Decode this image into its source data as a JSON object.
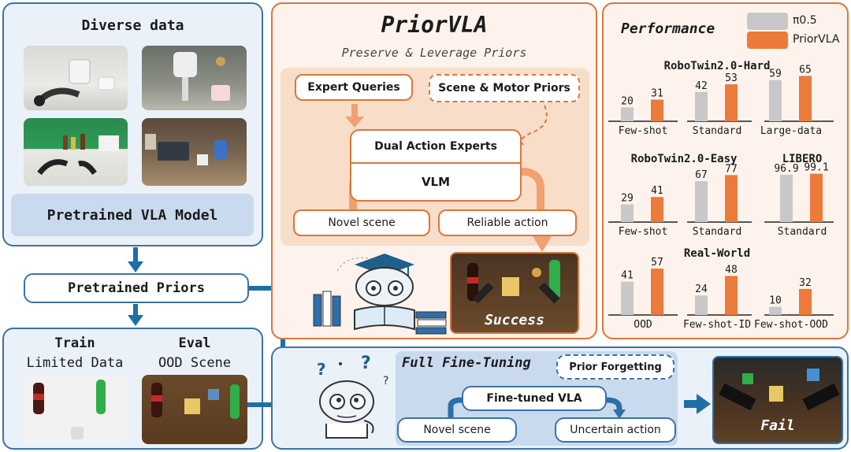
{
  "left": {
    "diverse_title": "Diverse data",
    "pretrained_model": "Pretrained VLA Model",
    "priors": "Pretrained Priors",
    "train_title": "Train",
    "train_sub": "Limited Data",
    "eval_title": "Eval",
    "eval_sub": "OOD Scene"
  },
  "prior": {
    "title": "PriorVLA",
    "subtitle": "Preserve & Leverage Priors",
    "expert_queries": "Expert Queries",
    "scene_motor": "Scene & Motor Priors",
    "dual_experts": "Dual Action Experts",
    "vlm": "VLM",
    "novel_scene": "Novel scene",
    "reliable_action": "Reliable action",
    "success": "Success"
  },
  "fft": {
    "title": "Full Fine-Tuning",
    "prior_forgetting": "Prior Forgetting",
    "finetuned": "Fine-tuned VLA",
    "novel_scene": "Novel scene",
    "uncertain_action": "Uncertain action",
    "fail": "Fail"
  },
  "perf": {
    "title": "Performance",
    "legend": [
      "π0.5",
      "PriorVLA"
    ],
    "colors": {
      "baseline": "#c8c8c8",
      "ours": "#ec7a3a"
    }
  },
  "chart_data": [
    {
      "type": "bar",
      "title": "RoboTwin2.0-Hard",
      "categories": [
        "Few-shot",
        "Standard",
        "Large-data"
      ],
      "series": [
        {
          "name": "π0.5",
          "values": [
            20,
            42,
            59
          ]
        },
        {
          "name": "PriorVLA",
          "values": [
            31,
            53,
            65
          ]
        }
      ],
      "labels": [
        [
          "20",
          "31"
        ],
        [
          "42",
          "53"
        ],
        [
          "59",
          "65"
        ]
      ]
    },
    {
      "type": "bar",
      "title": "RoboTwin2.0-Easy",
      "categories": [
        "Few-shot",
        "Standard"
      ],
      "series": [
        {
          "name": "π0.5",
          "values": [
            29,
            67
          ]
        },
        {
          "name": "PriorVLA",
          "values": [
            41,
            77
          ]
        }
      ],
      "labels": [
        [
          "29",
          "41"
        ],
        [
          "67",
          "77"
        ]
      ]
    },
    {
      "type": "bar",
      "title": "LIBERO",
      "categories": [
        "Standard"
      ],
      "series": [
        {
          "name": "π0.5",
          "values": [
            96.9
          ]
        },
        {
          "name": "PriorVLA",
          "values": [
            99.1
          ]
        }
      ],
      "labels": [
        [
          "96.9",
          "99.1"
        ]
      ]
    },
    {
      "type": "bar",
      "title": "Real-World",
      "categories": [
        "OOD",
        "Few-shot-ID",
        "Few-shot-OOD"
      ],
      "series": [
        {
          "name": "π0.5",
          "values": [
            41,
            24,
            10
          ]
        },
        {
          "name": "PriorVLA",
          "values": [
            57,
            48,
            32
          ]
        }
      ],
      "labels": [
        [
          "41",
          "57"
        ],
        [
          "24",
          "48"
        ],
        [
          "10",
          "32"
        ]
      ]
    }
  ]
}
